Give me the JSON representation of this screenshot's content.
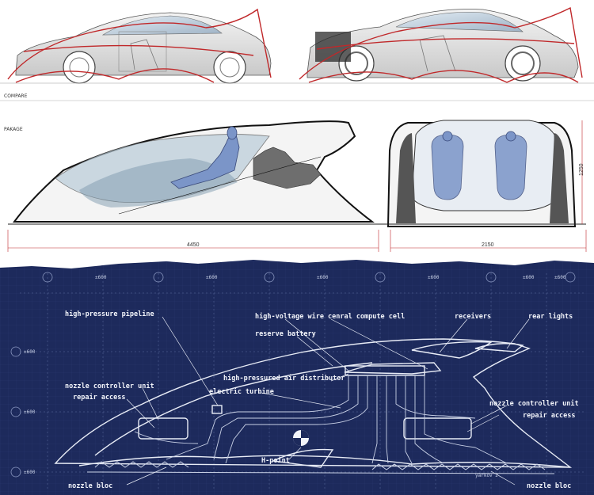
{
  "sections": {
    "compare": {
      "label": "COMPARE"
    },
    "package": {
      "label": "PAKAGE",
      "length_dim": "4450",
      "width_dim": "2150",
      "height_dim": "1250"
    }
  },
  "blueprint": {
    "labels": {
      "high_pressure_pipeline": "high-pressure pipeline",
      "high_voltage_wire": "high-voltage wire",
      "central_compute_cell": "cenral compute cell",
      "receivers": "receivers",
      "rear_lights": "rear lights",
      "reserve_battery": "reserve battery",
      "air_distributor": "high-pressured air distributor",
      "electric_turbine": "electric turbine",
      "nozzle_controller_left": "nozzle controller unit",
      "repair_access_left": "repair access",
      "nozzle_controller_right": "nozzle controller unit",
      "repair_access_right": "repair access",
      "h_point": "H-point",
      "nozzle_bloc_left": "nozzle bloc",
      "nozzle_bloc_right": "nozzle bloc"
    },
    "grid_marks": [
      "±600",
      "±600",
      "±600",
      "±600",
      "±600",
      "±600",
      "±600",
      "±600",
      "±600"
    ],
    "signature": "yarkov 2",
    "colors": {
      "background": "#1d2a5c",
      "lines": "#e8ecf6"
    }
  }
}
